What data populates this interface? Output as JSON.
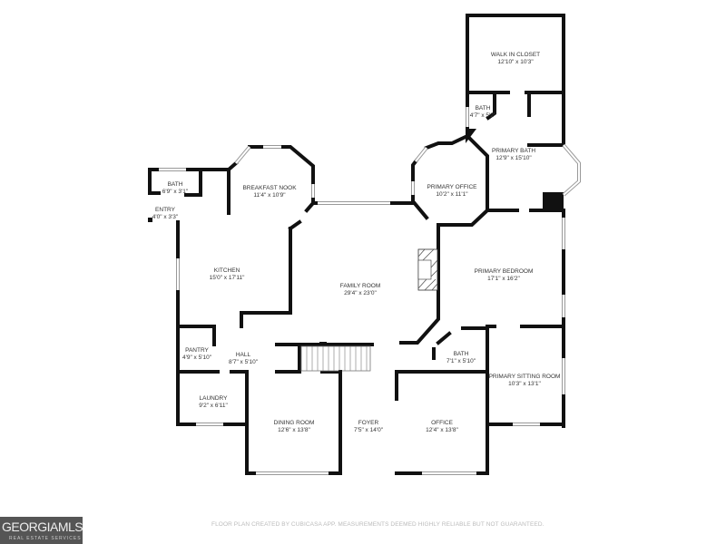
{
  "rooms": {
    "walk_in_closet": {
      "name": "WALK IN CLOSET",
      "dims": "12'10\" x 10'3\""
    },
    "bath_primary_small": {
      "name": "BATH",
      "dims": "4'7\" x 5'2\""
    },
    "primary_bath": {
      "name": "PRIMARY BATH",
      "dims": "12'9\" x 15'10\""
    },
    "primary_office": {
      "name": "PRIMARY OFFICE",
      "dims": "10'2\" x 11'1\""
    },
    "breakfast_nook": {
      "name": "BREAKFAST NOOK",
      "dims": "11'4\" x 10'9\""
    },
    "bath_left": {
      "name": "BATH",
      "dims": "6'9\" x 3'1\""
    },
    "entry": {
      "name": "ENTRY",
      "dims": "4'0\" x 3'3\""
    },
    "kitchen": {
      "name": "KITCHEN",
      "dims": "15'0\" x 17'11\""
    },
    "family_room": {
      "name": "FAMILY ROOM",
      "dims": "29'4\" x 23'0\""
    },
    "primary_bedroom": {
      "name": "PRIMARY BEDROOM",
      "dims": "17'1\" x 16'2\""
    },
    "pantry": {
      "name": "PANTRY",
      "dims": "4'9\" x 5'10\""
    },
    "hall": {
      "name": "HALL",
      "dims": "8'7\" x 5'10\""
    },
    "bath_center": {
      "name": "BATH",
      "dims": "7'1\" x 5'10\""
    },
    "primary_sitting_room": {
      "name": "PRIMARY SITTING ROOM",
      "dims": "10'3\" x 13'1\""
    },
    "laundry": {
      "name": "LAUNDRY",
      "dims": "9'2\" x 6'11\""
    },
    "dining_room": {
      "name": "DINING ROOM",
      "dims": "12'6\" x 13'8\""
    },
    "foyer": {
      "name": "FOYER",
      "dims": "7'5\" x 14'0\""
    },
    "office": {
      "name": "OFFICE",
      "dims": "12'4\" x 13'8\""
    }
  },
  "footer": "FLOOR PLAN CREATED BY CUBICASA APP. MEASUREMENTS DEEMED HIGHLY RELIABLE BUT NOT GUARANTEED.",
  "logo": {
    "main": "GEORGIAMLS",
    "sub": "REAL ESTATE SERVICES"
  }
}
